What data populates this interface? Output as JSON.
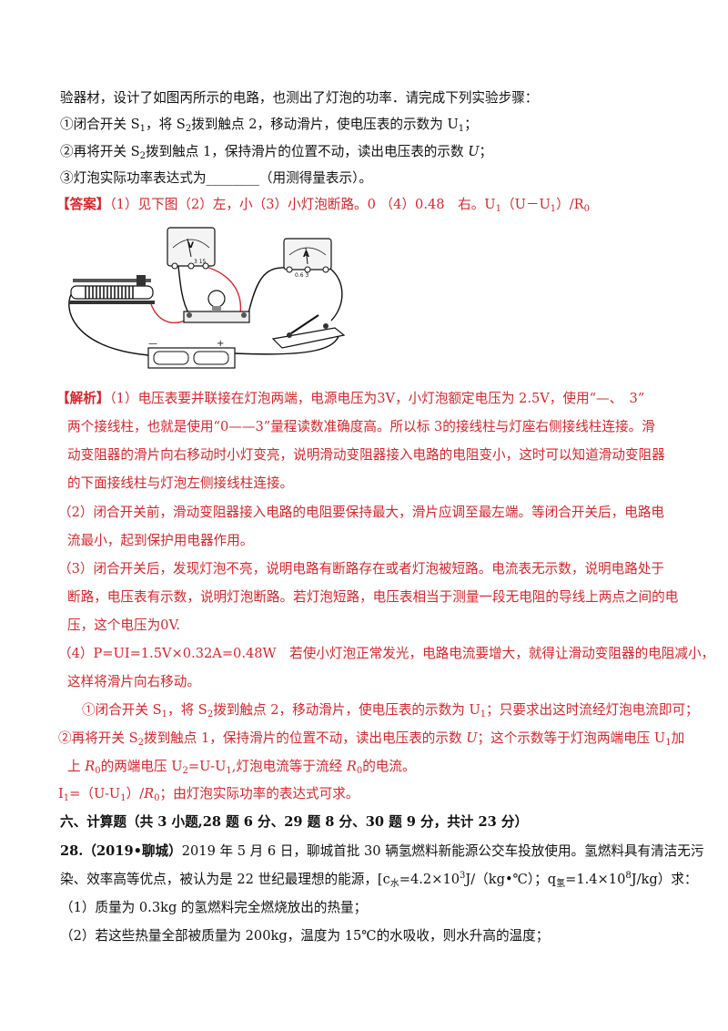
{
  "lines": {
    "l1": "验器材，设计了如图丙所示的电路，也测出了灯泡的功率．请完成下列实验步骤：",
    "l2a": "①闭合开关 S",
    "l2s1": "1",
    "l2b": "，将 S",
    "l2s2": "2",
    "l2c": "拨到触点 2，移动滑片，使电压表的示数为 U",
    "l2s3": "1",
    "l2d": "；",
    "l3a": "②再将开关 S",
    "l3s1": "2",
    "l3b": "拨到触点 1，保持滑片的位置不动，读出电压表的示数 ",
    "l3u": "U",
    "l3c": "；",
    "l4": "③灯泡实际功率表达式为________（用测得量表示）。",
    "ans_tag": "【答案】",
    "ans_a": "（1）见下图（2）左，小（3）小灯泡断路。0 （4）0.48　右。U",
    "ans_s1": "1",
    "ans_b": "（U－U",
    "ans_s2": "1",
    "ans_c": "）/R",
    "ans_s3": "0",
    "ana_tag": "【解析】",
    "ana_1": "（1）电压表要并联接在灯泡两端，电源电压为3V，小灯泡额定电压为 2.5V，使用“—、　3”",
    "ana_2": "两个接线柱，也就是使用“0——3”量程读数准确度高。所以标 3的接线柱与灯座右侧接线柱连接。滑",
    "ana_3": "动变阻器的滑片向右移动时小灯变亮，说明滑动变阻器接入电路的电阻变小，这时可以知道滑动变阻器",
    "ana_4": "的下面接线柱与灯泡左侧接线柱连接。",
    "ana_5": "（2）闭合开关前，滑动变阻器接入电路的电阻要保持最大，滑片应调至最左端。等闭合开关后，电路电",
    "ana_6": "流最小，起到保护用电器作用。",
    "ana_7": "（3）闭合开关后，发现灯泡不亮，说明电路有断路存在或者灯泡被短路。电流表无示数，说明电路处于",
    "ana_8": "断路，电压表有示数，说明灯泡断路。若灯泡短路，电压表相当于测量一段无电阻的导线上两点之间的电",
    "ana_9": "压，这个电压为0V.",
    "ana_10": "（4）P=UI=1.5V×0.32A=0.48W　若使小灯泡正常发光，电路电流要增大，就得让滑动变阻器的电阻减小，",
    "ana_11": "这样将滑片向右移动。",
    "ana_12a": "①闭合开关 S",
    "ana_12s1": "1",
    "ana_12b": "，将 S",
    "ana_12s2": "2",
    "ana_12c": "拨到触点 2，移动滑片，使电压表的示数为 U",
    "ana_12s3": "1",
    "ana_12d": "；只要求出这时流经灯泡电流即可；",
    "ana_13a": "②再将开关 S",
    "ana_13s1": "2",
    "ana_13b": "拨到触点 1，保持滑片的位置不动，读出电压表的示数 ",
    "ana_13u": "U",
    "ana_13c": "；这个示数等于灯泡两端电压 U",
    "ana_13s2": "1",
    "ana_13d": "加",
    "ana_14a": "上 ",
    "ana_14r": "R",
    "ana_14s1": "0",
    "ana_14b": "的两端电压 U",
    "ana_14s2": "2",
    "ana_14c": "=U-U",
    "ana_14s3": "1",
    "ana_14d": ",灯泡电流等于流经 ",
    "ana_14r2": "R",
    "ana_14s4": "0",
    "ana_14e": "的电流。",
    "ana_15a": "I",
    "ana_15s1": "1",
    "ana_15b": "=（U-U",
    "ana_15s2": "1",
    "ana_15c": "）/",
    "ana_15r": "R",
    "ana_15s3": "0",
    "ana_15d": "；由灯泡实际功率的表达式可求。",
    "sec6": "六、计算题（共 3 小题,28 题 6 分、29 题 8 分、30 题 9 分，共计 23 分）",
    "q28_num": "28.",
    "q28_src": "（2019•聊城）",
    "q28_a": "2019 年 5 月 6 日，聊城首批 30 辆氢燃料新能源公交车投放使用。氢燃料具有清洁无污",
    "q28_b1": "染、效率高等优点，被认为是 22 世纪最理想的能源，[c",
    "q28_b_water": "水",
    "q28_b2": "=4.2×10",
    "q28_b_e1": "3",
    "q28_b3": "J/（kg•℃）；q",
    "q28_b_h": "氢",
    "q28_b4": "=1.4×10",
    "q28_b_e2": "8",
    "q28_b5": "J/kg）求：",
    "q28_c": "（1）质量为 0.3kg 的氢燃料完全燃烧放出的热量；",
    "q28_d": "（2）若这些热量全部被质量为 200kg，温度为 15℃的水吸收，则水升高的温度；"
  },
  "figure": {
    "voltmeter_label": "V",
    "voltmeter_terminals": "3 15",
    "ammeter_label": "A",
    "ammeter_terminals": "0.6 3",
    "battery_minus": "—",
    "battery_plus": "+"
  }
}
